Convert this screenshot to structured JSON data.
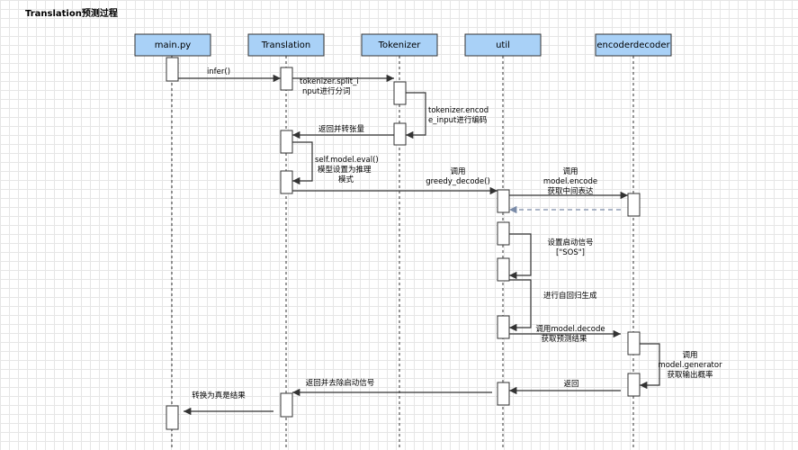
{
  "title": "Translation预测过程",
  "participants": [
    "main.py",
    "Translation",
    "Tokenizer",
    "util",
    "encoderdecoder"
  ],
  "messages": {
    "infer": "infer()",
    "split_1": "tokenizer.split_i",
    "split_2": "nput进行分词",
    "encode_1": "tokenizer.encod",
    "encode_2": "e_input进行编码",
    "tensor": "返回并转张量",
    "eval_1": "self.model.eval()",
    "eval_2": "模型设置为推理",
    "eval_3": "模式",
    "greedy_1": "调用",
    "greedy_2": "greedy_decode()",
    "mencode_1": "调用",
    "mencode_2": "model.encode",
    "mencode_3": "获取中间表达",
    "sos_1": "设置启动信号",
    "sos_2": "[\"SOS\"]",
    "autoreg": "进行自回归生成",
    "mdecode_1": "调用model.decode",
    "mdecode_2": "获取预测结果",
    "gen_1": "调用",
    "gen_2": "model.generator",
    "gen_3": "获取输出概率",
    "ret": "返回",
    "ret_sos": "返回并去除启动信号",
    "final": "转换为真是结果"
  },
  "colors": {
    "header_fill": "#a9d1f7",
    "line": "#333333",
    "dashed_return": "#7a8ba8"
  }
}
